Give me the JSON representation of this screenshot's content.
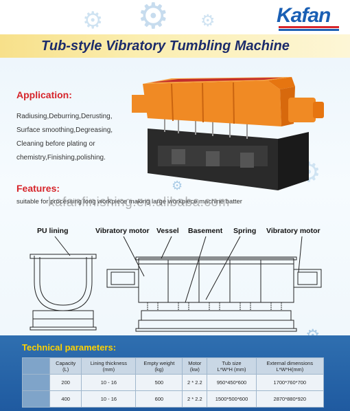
{
  "brand": {
    "logo": "Kafan",
    "colors": {
      "blue": "#1a5fb4",
      "red": "#d6242a"
    }
  },
  "title": "Tub-style Vibratory Tumbling Machine",
  "application": {
    "heading": "Application:",
    "lines": [
      "Radiusing,Deburring,Derusting,",
      "Surface smoothing,Degreasing,",
      "Cleaning before plating or",
      "chemistry,Finishing,polishing."
    ]
  },
  "features": {
    "heading": "Features:",
    "text": "suitable for processing long workpiece making large workpiece machine batter"
  },
  "watermark": "kafanfinishing.en.alibaba.com",
  "diagram": {
    "labels": {
      "pu_lining": "PU lining",
      "vibratory_motor_left": "Vibratory motor",
      "vessel": "Vessel",
      "basement": "Basement",
      "spring": "Spring",
      "vibratory_motor_right": "Vibratory motor"
    }
  },
  "technical": {
    "heading": "Technical parameters:",
    "columns": [
      {
        "l1": "Capacity",
        "l2": "(L)"
      },
      {
        "l1": "Lining thickness",
        "l2": "(mm)"
      },
      {
        "l1": "Empty weight",
        "l2": "(kg)"
      },
      {
        "l1": "Motor",
        "l2": "(kw)"
      },
      {
        "l1": "Tub size",
        "l2": "L*W*H (mm)"
      },
      {
        "l1": "External dimensions",
        "l2": "L*W*H(mm)"
      }
    ],
    "rows": [
      [
        "200",
        "10 - 16",
        "500",
        "2 * 2.2",
        "950*450*600",
        "1700*760*700"
      ],
      [
        "400",
        "10 - 16",
        "600",
        "2 * 2.2",
        "1500*500*600",
        "2870*880*920"
      ]
    ]
  }
}
